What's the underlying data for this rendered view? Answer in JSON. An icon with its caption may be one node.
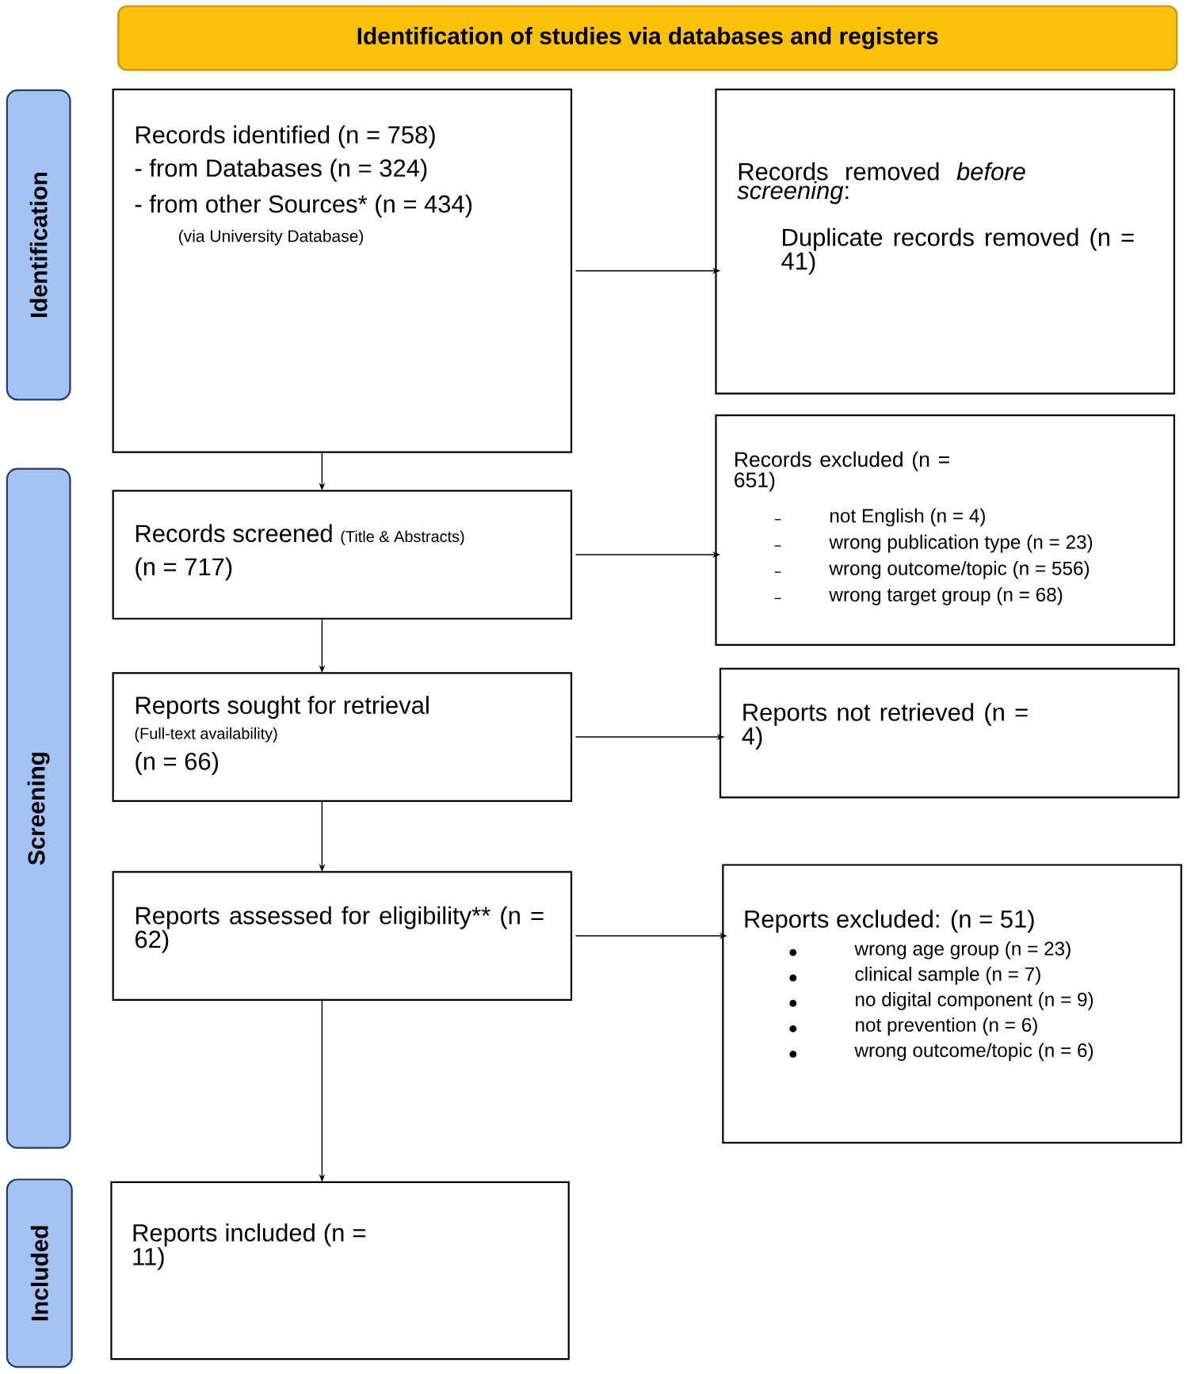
{
  "diagram": {
    "nodes": [
      {
        "text": [
          "Identification of studies via databases and registers"
        ]
      },
      {
        "text": [
          "Identification"
        ]
      },
      {
        "text": [
          "Screening"
        ]
      },
      {
        "text": [
          "Included"
        ]
      },
      {
        "text": [
          "Records identified (n = 758)",
          "- from Databases (n = 324)",
          "- from other Sources* (n = 434)",
          "(via University Database)"
        ]
      },
      {
        "text": [
          "Records removed *before screening*:",
          "Duplicate records removed (n = 41)"
        ]
      },
      {
        "text": [
          "Records screened",
          "(Title & Abstracts)",
          "(n = 717)"
        ]
      },
      {
        "text": [
          "Records excluded (n = 651)",
          "not English (n = 4)",
          "wrong publication type (n = 23)",
          "wrong outcome/topic (n = 556)",
          "wrong target group  (n = 68)"
        ]
      },
      {
        "text": [
          "Reports sought for retrieval",
          "(Full-text availability)",
          "(n = 66)"
        ]
      },
      {
        "text": [
          "Reports not retrieved (n = 4)"
        ]
      },
      {
        "text": [
          "Reports assessed for eligibility** (n = 62)"
        ]
      },
      {
        "text": [
          "Reports excluded: (n = 51)",
          "wrong age group  (n = 23)",
          "clinical sample (n = 7)",
          "no digital component (n = 9)",
          "not prevention (n = 6)",
          "wrong outcome/topic (n = 6)"
        ]
      },
      {
        "text": [
          "Reports included (n = 11)"
        ]
      }
    ],
    "edges": [
      {
        "from": 4,
        "to": 5,
        "arrow": "to"
      },
      {
        "from": 4,
        "to": 6,
        "arrow": "to"
      },
      {
        "from": 6,
        "to": 7,
        "arrow": "to"
      },
      {
        "from": 6,
        "to": 8,
        "arrow": "to"
      },
      {
        "from": 8,
        "to": 9,
        "arrow": "to"
      },
      {
        "from": 8,
        "to": 10,
        "arrow": "to"
      },
      {
        "from": 10,
        "to": 11,
        "arrow": "to"
      },
      {
        "from": 10,
        "to": 12,
        "arrow": "to"
      }
    ]
  }
}
